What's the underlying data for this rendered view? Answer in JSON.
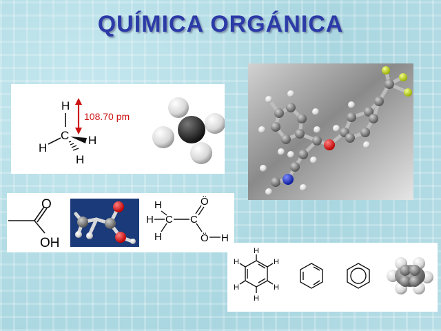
{
  "title": "QUÍMICA ORGÁNICA",
  "methane": {
    "bond_length": "108.70 pm",
    "atom_h": "H",
    "atom_c": "C"
  },
  "acetic_acid": {
    "oh_label": "OH",
    "atom_o": "O",
    "atom_c": "C",
    "atom_h": "H",
    "lone_pair_o": "Ö",
    "lone_pair_o2": "Ö"
  },
  "benzene": {
    "atom_h": "H"
  },
  "colors": {
    "title": "#2b3aa7",
    "bond_arrow": "#cc1111",
    "oxygen": "#dd1111",
    "nitrogen": "#1122cc",
    "fluorine": "#c8e000",
    "carbon": "#777777"
  }
}
